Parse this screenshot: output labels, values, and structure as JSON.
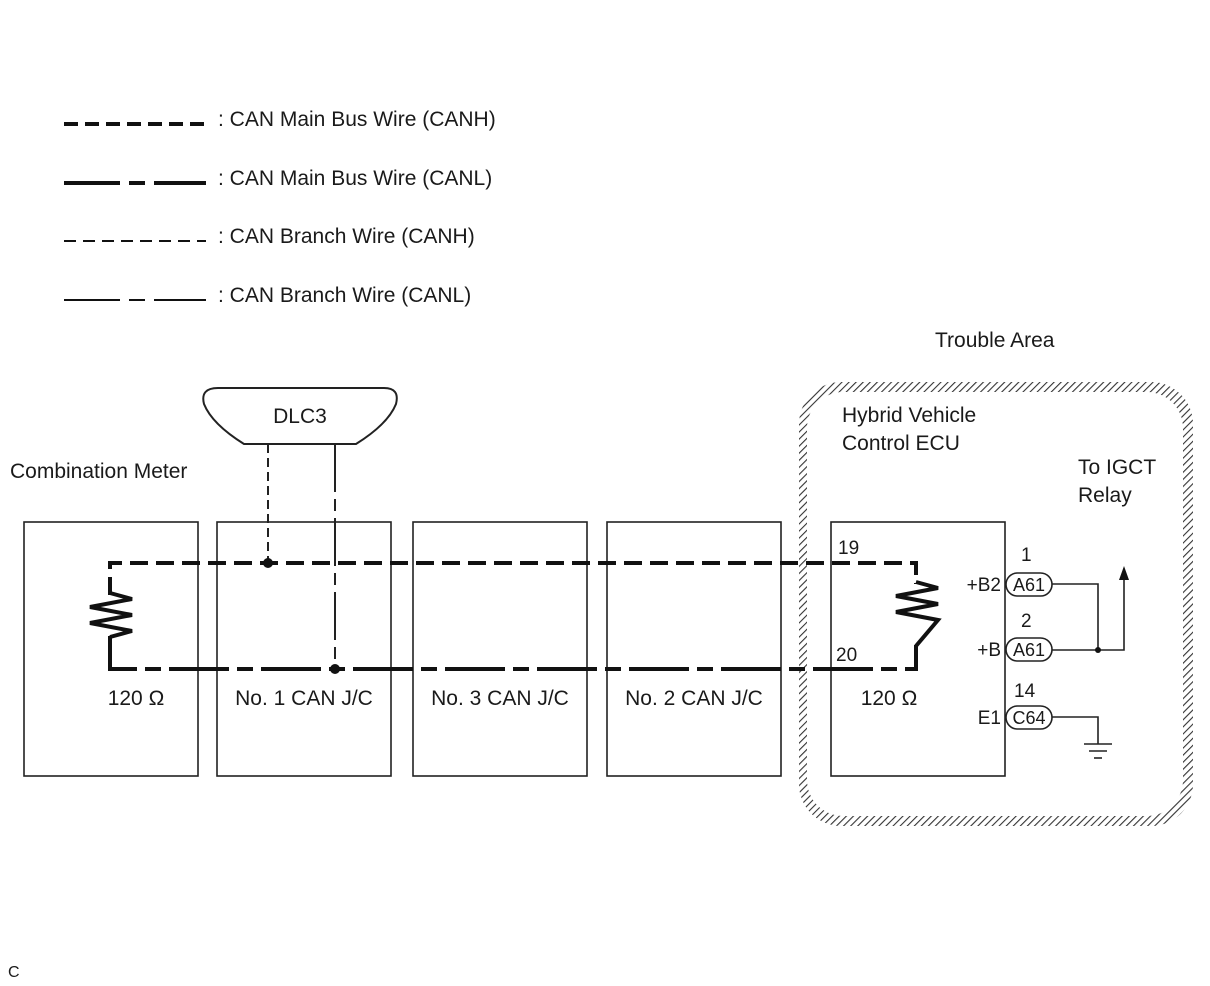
{
  "legend": [
    {
      "label": ": CAN Main Bus Wire (CANH)"
    },
    {
      "label": ": CAN Main Bus Wire (CANL)"
    },
    {
      "label": ": CAN Branch Wire (CANH)"
    },
    {
      "label": ": CAN Branch Wire (CANL)"
    }
  ],
  "trouble_area": "Trouble Area",
  "dlc3": "DLC3",
  "combination_meter": "Combination Meter",
  "ecu": {
    "line1": "Hybrid Vehicle",
    "line2": "Control ECU"
  },
  "to_igct": {
    "line1": "To IGCT",
    "line2": "Relay"
  },
  "boxes": {
    "meter_resistance": "120 Ω",
    "jc1": "No. 1 CAN J/C",
    "jc3": "No. 3 CAN J/C",
    "jc2": "No. 2 CAN J/C",
    "ecu_resistance": "120 Ω"
  },
  "pins": {
    "canh": "19",
    "canl": "20",
    "b2": "1",
    "b": "2",
    "e1": "14"
  },
  "terminals": {
    "b2": "+B2",
    "b": "+B",
    "e1": "E1"
  },
  "connectors": {
    "b2": "A61",
    "b": "A61",
    "e1": "C64"
  },
  "corner_code": "C"
}
